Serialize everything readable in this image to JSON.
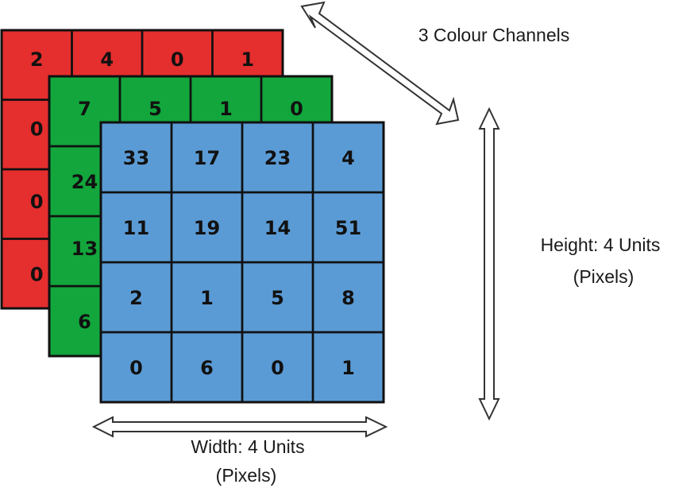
{
  "channels": [
    {
      "name": "red",
      "color": "#E52E2E",
      "rows": [
        [
          "2",
          "4",
          "0",
          "1"
        ],
        [
          "0",
          "",
          "",
          ""
        ],
        [
          "0",
          "",
          "",
          ""
        ],
        [
          "0",
          "",
          "",
          ""
        ]
      ]
    },
    {
      "name": "green",
      "color": "#12A63C",
      "rows": [
        [
          "7",
          "5",
          "1",
          "0"
        ],
        [
          "24",
          "",
          "",
          ""
        ],
        [
          "13",
          "",
          "",
          ""
        ],
        [
          "6",
          "",
          "",
          ""
        ]
      ]
    },
    {
      "name": "blue",
      "color": "#5B9BD5",
      "rows": [
        [
          "33",
          "17",
          "23",
          "4"
        ],
        [
          "11",
          "19",
          "14",
          "51"
        ],
        [
          "2",
          "1",
          "5",
          "8"
        ],
        [
          "0",
          "6",
          "0",
          "1"
        ]
      ]
    }
  ],
  "labels": {
    "channels": "3 Colour Channels",
    "height_line1": "Height: 4 Units",
    "height_line2": "(Pixels)",
    "width_line1": "Width: 4 Units",
    "width_line2": "(Pixels)"
  },
  "colors": {
    "grid_stroke": "#111111",
    "arrow_fill": "#ffffff",
    "arrow_stroke": "#333333"
  }
}
